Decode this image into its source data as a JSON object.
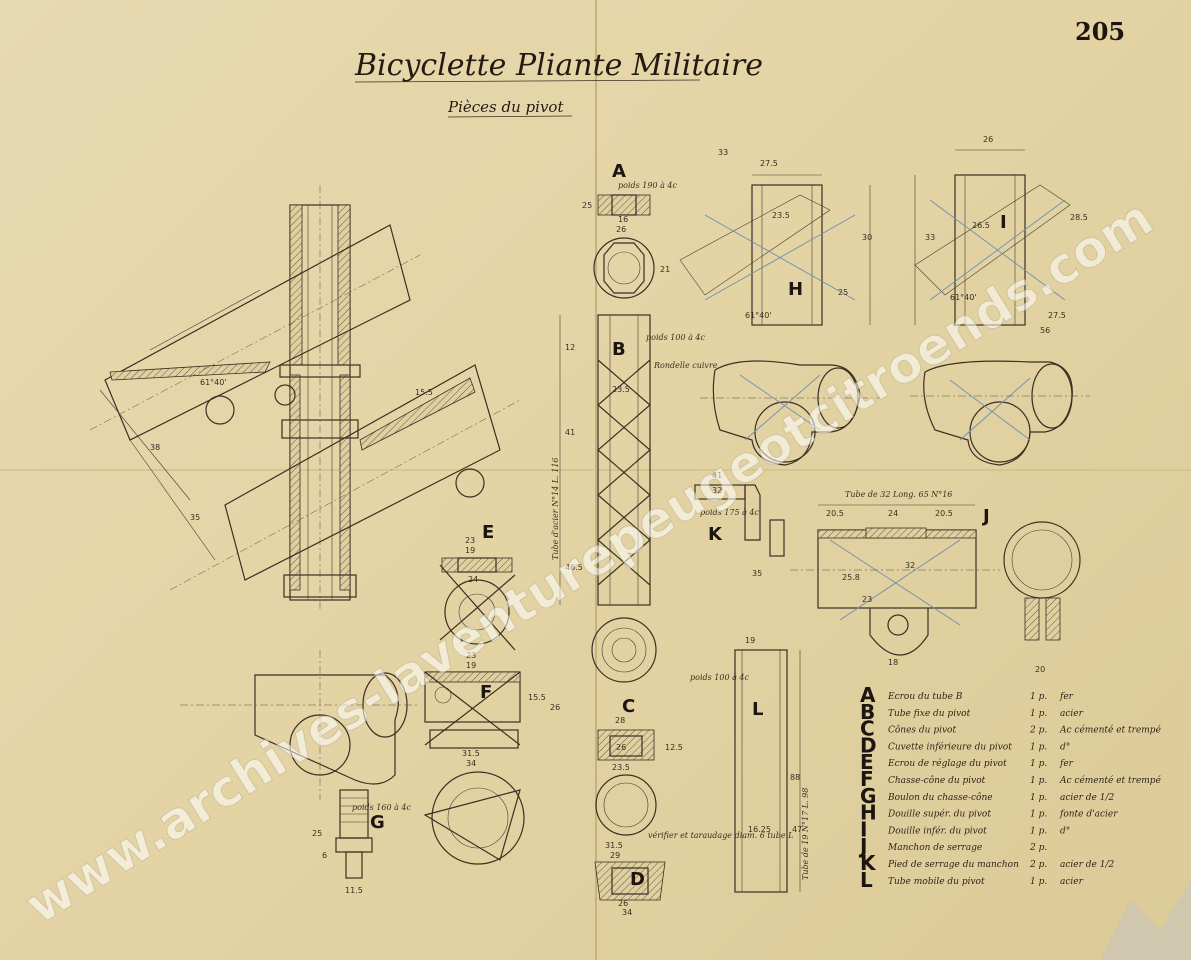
{
  "sheet": {
    "title": "Bicyclette Pliante Militaire",
    "subtitle": "Pièces du pivot",
    "number": "205",
    "watermark": "www.archives-laventurepeugeotcitroends.com"
  },
  "part_labels": [
    "A",
    "B",
    "C",
    "D",
    "E",
    "F",
    "G",
    "H",
    "I",
    "J",
    "K",
    "L"
  ],
  "notes": {
    "a_weight": "poids 190 à 4c",
    "b_weight": "poids 100 à 4c",
    "b_ring": "Rondelle cuivre",
    "b_tube": "Tube d'acier N°14 L. 116",
    "k_weight": "poids 175 à 4c",
    "j_tube": "Tube de 32 Long. 65 N°16",
    "l_weight": "poids 100 à 4c",
    "l_tube": "Tube de 19 N°17 L. 98",
    "g_weight": "poids 160 à 4c",
    "d_note": "vérifier et taraudage diam. 6 tube L"
  },
  "dimensions": {
    "a": [
      "25",
      "16",
      "26",
      "21"
    ],
    "b": [
      "12",
      "23.5",
      "41",
      "46.5",
      "116"
    ],
    "c": [
      "28",
      "26",
      "23.5",
      "12.5"
    ],
    "d": [
      "31.5",
      "29",
      "34",
      "26"
    ],
    "e": [
      "23",
      "19",
      "24"
    ],
    "f": [
      "23",
      "19",
      "31.5",
      "34",
      "26",
      "15.5"
    ],
    "g": [
      "25",
      "6",
      "11.5"
    ],
    "h": [
      "33",
      "27.5",
      "25",
      "23.5",
      "30",
      "61°40'"
    ],
    "i": [
      "26",
      "26.5",
      "33",
      "28.5",
      "61°40'",
      "56",
      "27.5"
    ],
    "j": [
      "20.5",
      "24",
      "20.5",
      "32",
      "25.8",
      "23",
      "18",
      "20"
    ],
    "k": [
      "41",
      "32",
      "35"
    ],
    "l": [
      "19",
      "88",
      "98",
      "16.25",
      "47"
    ],
    "assembly": [
      "61°40'",
      "15.5",
      "38",
      "35"
    ]
  },
  "legend": [
    {
      "letter": "A",
      "name": "Ecrou du tube B",
      "qty": "1 p.",
      "material": "fer"
    },
    {
      "letter": "B",
      "name": "Tube fixe du pivot",
      "qty": "1 p.",
      "material": "acier"
    },
    {
      "letter": "C",
      "name": "Cônes du pivot",
      "qty": "2 p.",
      "material": "Ac cémenté et trempé"
    },
    {
      "letter": "D",
      "name": "Cuvette inférieure du pivot",
      "qty": "1 p.",
      "material": "d°"
    },
    {
      "letter": "E",
      "name": "Ecrou de réglage du pivot",
      "qty": "1 p.",
      "material": "fer"
    },
    {
      "letter": "F",
      "name": "Chasse-cône du pivot",
      "qty": "1 p.",
      "material": "Ac cémenté et trempé"
    },
    {
      "letter": "G",
      "name": "Boulon du chasse-cône",
      "qty": "1 p.",
      "material": "acier de 1/2"
    },
    {
      "letter": "H",
      "name": "Douille supér. du pivot",
      "qty": "1 p.",
      "material": "fonte d'acier"
    },
    {
      "letter": "I",
      "name": "Douille infér. du pivot",
      "qty": "1 p.",
      "material": "d°"
    },
    {
      "letter": "J",
      "name": "Manchon de serrage",
      "qty": "2 p.",
      "material": ""
    },
    {
      "letter": "K",
      "name": "Pied de serrage du manchon",
      "qty": "2 p.",
      "material": "acier de 1/2"
    },
    {
      "letter": "L",
      "name": "Tube mobile du pivot",
      "qty": "1 p.",
      "material": "acier"
    }
  ],
  "colors": {
    "paper": "#e4d4a5",
    "ink": "#3b2f24",
    "blue_pencil": "#6f8fae"
  }
}
